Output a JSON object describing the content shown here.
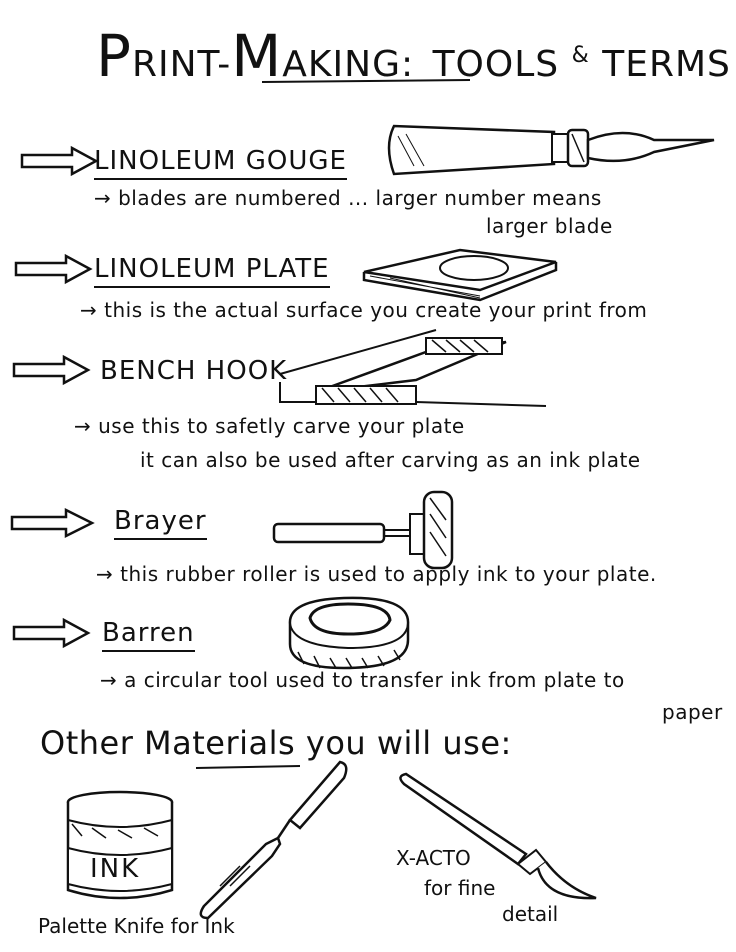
{
  "title": {
    "part1_first": "P",
    "part1_rest": "RINT-",
    "part2_first": "M",
    "part2_rest": "AKING",
    "colon": ":",
    "part3": "TOOLS",
    "amp": "&",
    "part4": "TERMS"
  },
  "terms": [
    {
      "name": "LINOLEUM GOUGE",
      "desc_lines": [
        "→ blades are numbered ... larger number means",
        "larger blade"
      ]
    },
    {
      "name": "LINOLEUM PLATE",
      "desc_lines": [
        "→ this is the actual surface you create your print from"
      ]
    },
    {
      "name": "BENCH HOOK",
      "desc_lines": [
        "→ use this to safetly carve your plate",
        "it can also be used after carving as an ink plate"
      ]
    },
    {
      "name": "Brayer",
      "desc_lines": [
        "→ this rubber roller is used to apply ink to your plate."
      ]
    },
    {
      "name": "Barren",
      "desc_lines": [
        "→ a circular tool used to transfer ink from plate to",
        "paper"
      ]
    }
  ],
  "other_materials": {
    "heading": "Other Materials you will use:",
    "ink_jar_label": "INK",
    "palette_caption": "Palette Knife for Ink",
    "xacto_caption_lines": [
      "X-ACTO",
      "for fine",
      "detail"
    ]
  },
  "icons": [
    "outline-arrow-icon",
    "gouge-icon",
    "linoleum-plate-icon",
    "bench-hook-icon",
    "brayer-icon",
    "barren-icon",
    "ink-jar-icon",
    "palette-knife-icon",
    "xacto-knife-icon"
  ]
}
